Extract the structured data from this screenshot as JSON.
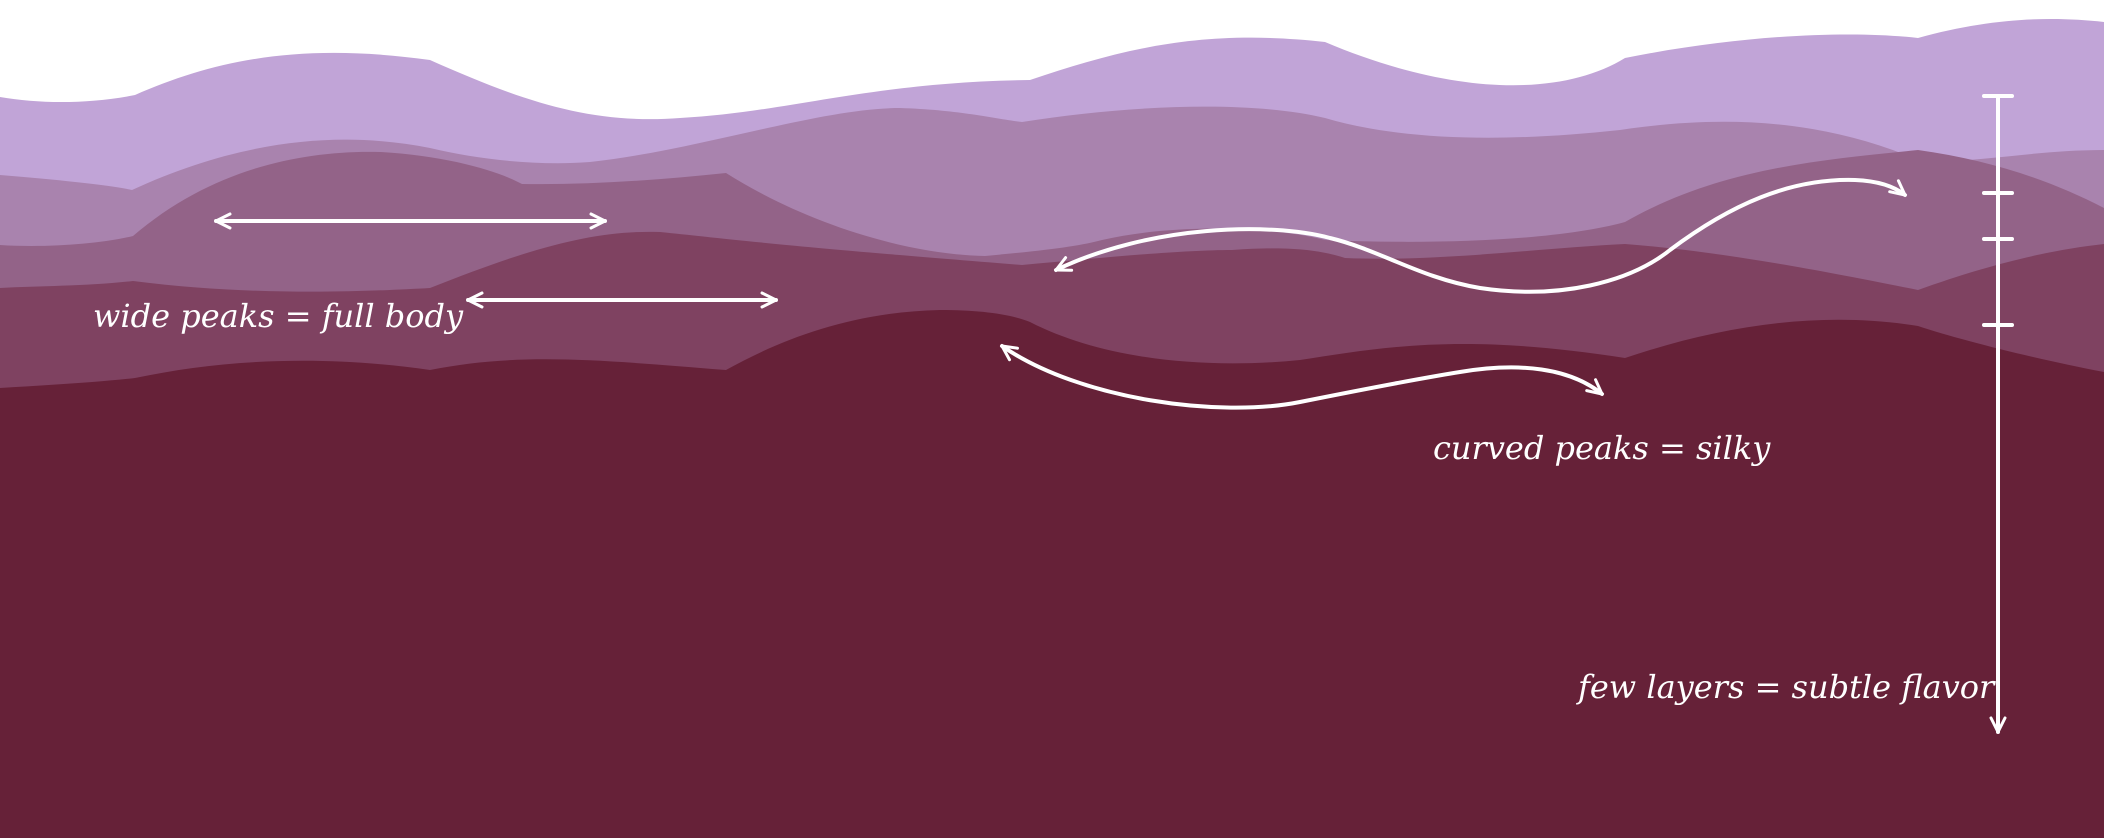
{
  "annotations": {
    "wide_peaks": "wide peaks = full body",
    "curved_peaks": "curved peaks = silky",
    "few_layers": "few layers = subtle flavor"
  },
  "layer_colors": [
    "#c1a4d7",
    "#a983ae",
    "#936388",
    "#7f4261",
    "#662138"
  ],
  "annotation_color": "#ffffff",
  "background_color": "#ffffff"
}
